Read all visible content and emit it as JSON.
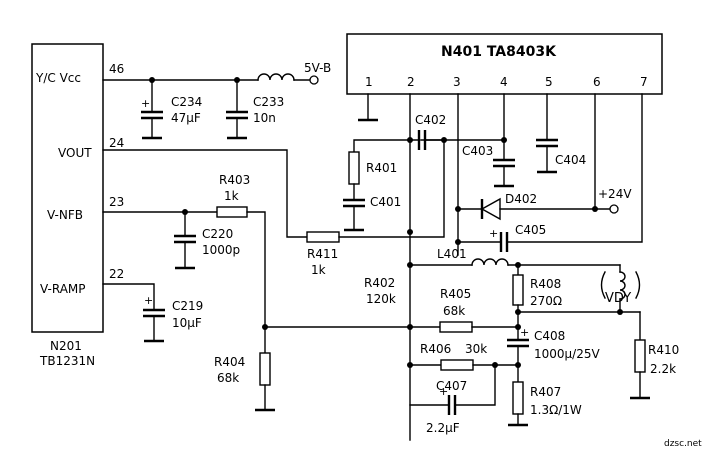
{
  "ic_n201": {
    "ref": "N201",
    "part": "TB1231N",
    "pins": [
      {
        "name": "Y/C Vcc",
        "number": "46"
      },
      {
        "name": "VOUT",
        "number": "24"
      },
      {
        "name": "V-NFB",
        "number": "23"
      },
      {
        "name": "V-RAMP",
        "number": "22"
      }
    ]
  },
  "ic_n401": {
    "title": "N401  TA8403K",
    "pins": [
      "1",
      "2",
      "3",
      "4",
      "5",
      "6",
      "7"
    ]
  },
  "supplies": {
    "v5": "5V-B",
    "v24": "+24V"
  },
  "components": {
    "c234": {
      "ref": "C234",
      "value": "47μF"
    },
    "c233": {
      "ref": "C233",
      "value": "10n"
    },
    "c220": {
      "ref": "C220",
      "value": "1000p"
    },
    "c219": {
      "ref": "C219",
      "value": "10μF"
    },
    "r403": {
      "ref": "R403",
      "value": "1k"
    },
    "r411": {
      "ref": "R411",
      "value": "1k"
    },
    "r404": {
      "ref": "R404",
      "value": "68k"
    },
    "r401": {
      "ref": "R401"
    },
    "c401": {
      "ref": "C401"
    },
    "c402": {
      "ref": "C402"
    },
    "c403": {
      "ref": "C403"
    },
    "c404": {
      "ref": "C404"
    },
    "d402": {
      "ref": "D402"
    },
    "c405": {
      "ref": "C405"
    },
    "l401": {
      "ref": "L401"
    },
    "r402": {
      "ref": "R402",
      "value": "120k"
    },
    "r405": {
      "ref": "R405",
      "value": "68k"
    },
    "r408": {
      "ref": "R408",
      "value": "270Ω"
    },
    "vdy": {
      "ref": "VDY"
    },
    "c408": {
      "ref": "C408",
      "value": "1000μ/25V"
    },
    "r406": {
      "ref": "R406",
      "value": "30k"
    },
    "c407": {
      "ref": "C407",
      "value": "2.2μF"
    },
    "r407": {
      "ref": "R407",
      "value": "1.3Ω/1W"
    },
    "r410": {
      "ref": "R410",
      "value": "2.2k"
    }
  },
  "watermark": "dzsc.net"
}
